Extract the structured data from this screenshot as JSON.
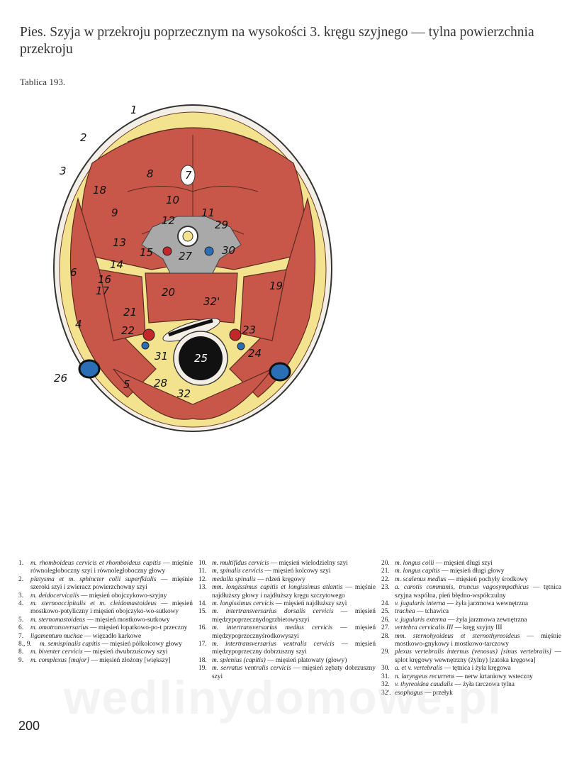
{
  "title": "Pies. Szyja w przekroju poprzecznym na wysokości 3. kręgu szyjnego — tylna powierzchnia przekroju",
  "plate": "Tablica 193.",
  "colors": {
    "muscle": "#c8574a",
    "fat": "#f3e38f",
    "skin": "#f4efe6",
    "bone": "#a9a9a9",
    "trachea": "#111111",
    "artery": "#c0282a",
    "vein": "#2a6fb5"
  },
  "figure_labels": [
    "1",
    "2",
    "3",
    "4",
    "5",
    "6",
    "7",
    "8",
    "9",
    "10",
    "11",
    "12",
    "13",
    "14",
    "15",
    "16",
    "17",
    "18",
    "19",
    "20",
    "21",
    "22",
    "23",
    "24",
    "25",
    "26",
    "27",
    "28",
    "29",
    "30",
    "31",
    "32",
    "32'"
  ],
  "legend": [
    {
      "num": "1.",
      "lat": "m. rhomboideus cervicis et rhomboideus capitis",
      "pl": "mięśnie równoległoboczny szyi i równoległoboczny głowy"
    },
    {
      "num": "2.",
      "lat": "platysma et m. sphincter colli superfkialis",
      "pl": "mięśnie szeroki szyi i zwieracz powierzchowny szyi"
    },
    {
      "num": "3.",
      "lat": "m. deidocervicalis",
      "pl": "mięsień obojczykowo-szyjny"
    },
    {
      "num": "4.",
      "lat": "m. sternooccipitalis et m. cleidomastoideus",
      "pl": "mięsień mostkowo-potyliczny i mięsień obojczyko-wo-sutkowy"
    },
    {
      "num": "5.",
      "lat": "m. sternomastoideus",
      "pl": "mięsień mostkowo-sutkowy"
    },
    {
      "num": "6.",
      "lat": "m. omotransversarius",
      "pl": "mięsień łopatkowo-po-t przeczny"
    },
    {
      "num": "7.",
      "lat": "ligamentum nuchae",
      "pl": "więzadło karkowe"
    },
    {
      "num": "8., 9.",
      "lat": "m. semispinalis capitis",
      "pl": "mięsień półkolcowy głowy"
    },
    {
      "num": "8.",
      "lat": "m. biventer cervicis",
      "pl": "mięsień dwubrzuścowy szyi"
    },
    {
      "num": "9.",
      "lat": "m. complexus [major]",
      "pl": "mięsień złożony [większy]"
    },
    {
      "num": "10.",
      "lat": "m. multifidus cervicis",
      "pl": "mięsień wielodzielny szyi"
    },
    {
      "num": "11.",
      "lat": "m, spinalis cervicis",
      "pl": "mięsień kolcowy szyi"
    },
    {
      "num": "12.",
      "lat": "medulla spinalis",
      "pl": "rdzeń kręgowy"
    },
    {
      "num": "13.",
      "lat": "mm. longissimus capitis et longissimus atlantis",
      "pl": "mięśnie najdłuższy głowy i najdłuższy kręgu szczytowego"
    },
    {
      "num": "14.",
      "lat": "m. longissimus cervicis",
      "pl": "mięsień najdłuższy szyi"
    },
    {
      "num": "15.",
      "lat": "m. intertransversarius dorsalis cervicis",
      "pl": "mięsień międzypoprzecznydogrzbietowyszyi"
    },
    {
      "num": "16.",
      "lat": "m. intertransversarius medius cervicis",
      "pl": "mięsień międzypoprzecznyśrodkowyszyi"
    },
    {
      "num": "17.",
      "lat": "m. intertransversarius ventralis cervicis",
      "pl": "mięsień międzypoprzeczny dobrzuszny szyi"
    },
    {
      "num": "18.",
      "lat": "m. splenius (capitis)",
      "pl": "mięsień płatowaty (głowy)"
    },
    {
      "num": "19.",
      "lat": "m. serratus ventralis cervicis",
      "pl": "mięsień zębaty dobrzuszny szyi"
    },
    {
      "num": "20.",
      "lat": "m. longus colli",
      "pl": "mięsień długi szyi"
    },
    {
      "num": "21.",
      "lat": "m. longus capitis",
      "pl": "mięsień długi głowy"
    },
    {
      "num": "22.",
      "lat": "m. scalenus medius",
      "pl": "mięsień pochyły środkowy"
    },
    {
      "num": "23.",
      "lat": "a. carotis communis, truncus vagosympathicus",
      "pl": "tętnica szyjna wspólna, pień błędno-współczulny"
    },
    {
      "num": "24.",
      "lat": "v. jugularis interna",
      "pl": "żyła jarzmowa wewnętrzna"
    },
    {
      "num": "25.",
      "lat": "trachea",
      "pl": "tchawica"
    },
    {
      "num": "26.",
      "lat": "v. jugularis externa",
      "pl": "żyła jarzmowa zewnętrzna"
    },
    {
      "num": "27.",
      "lat": "vertebra cervicalis III",
      "pl": "kręg szyjny III"
    },
    {
      "num": "28.",
      "lat": "mm. sternohyoideus et sternothyreoideus",
      "pl": "mięśnie mostkowo-gnykowy i mostkowo-tarczowy"
    },
    {
      "num": "29.",
      "lat": "plexus vertebralis internus (venosus) [sinus vertebralis]",
      "pl": "splot kręgowy wewnętrzny (żylny) [zatoka kręgowa]"
    },
    {
      "num": "30.",
      "lat": "a. et v. vertebralis",
      "pl": "tętnica i żyła kręgowa"
    },
    {
      "num": "31.",
      "lat": "n. laryngeus recurrens",
      "pl": "nerw krtaniowy wsteczny"
    },
    {
      "num": "32.",
      "lat": "v. thyreoidea caudalis",
      "pl": "żyła tarczowa tylna"
    },
    {
      "num": "32'.",
      "lat": "esophagus",
      "pl": "przełyk"
    }
  ],
  "dash": "—",
  "page_number": "200",
  "watermark": "wedlinydomowe.pl"
}
